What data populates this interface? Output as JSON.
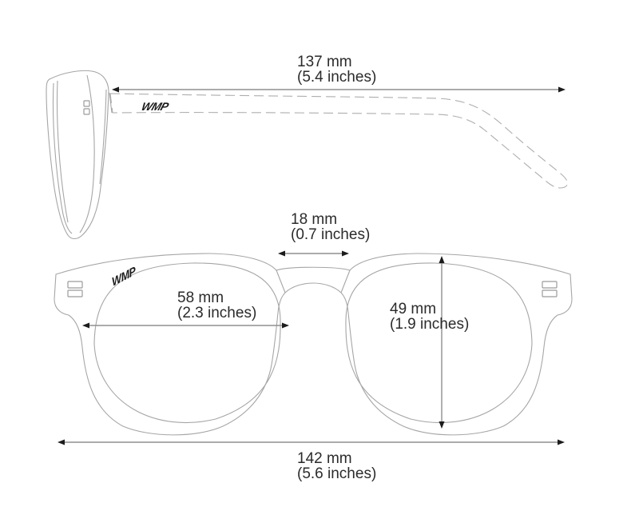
{
  "brand": {
    "logo_text": "WMP"
  },
  "labels": {
    "temple_length": {
      "value": "137 mm",
      "inches": "(5.4 inches)"
    },
    "bridge_width": {
      "value": "18 mm",
      "inches": "(0.7 inches)"
    },
    "lens_width": {
      "value": "58 mm",
      "inches": "(2.3 inches)"
    },
    "lens_height": {
      "value": "49 mm",
      "inches": "(1.9 inches)"
    },
    "total_width": {
      "value": "142 mm",
      "inches": "(5.6 inches)"
    }
  },
  "colors": {
    "background": "#ffffff",
    "drawing_outline": "#a6a6a6",
    "dimension_line": "#8f8f8f",
    "arrowhead": "#1c1c1c",
    "label_text": "#2b2b2b"
  }
}
